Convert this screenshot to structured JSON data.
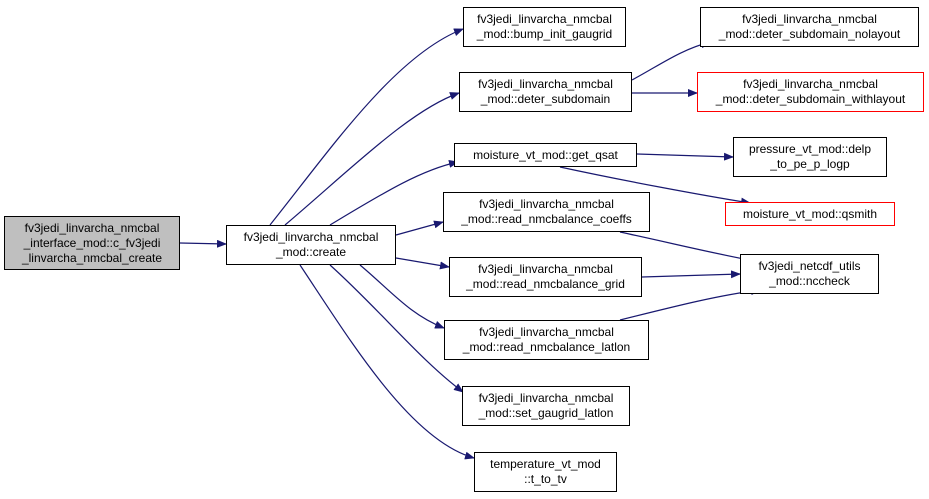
{
  "colors": {
    "edge": "#191970",
    "root_fill": "#bfbfbf",
    "external_border": "#ff0000"
  },
  "nodes": {
    "root": {
      "line1": "fv3jedi_linvarcha_nmcbal",
      "line2": "_interface_mod::c_fv3jedi",
      "line3": "_linvarcha_nmcbal_create"
    },
    "create": {
      "line1": "fv3jedi_linvarcha_nmcbal",
      "line2": "_mod::create"
    },
    "bump_init": {
      "line1": "fv3jedi_linvarcha_nmcbal",
      "line2": "_mod::bump_init_gaugrid"
    },
    "deter_subdomain": {
      "line1": "fv3jedi_linvarcha_nmcbal",
      "line2": "_mod::deter_subdomain"
    },
    "get_qsat": {
      "line1": "moisture_vt_mod::get_qsat"
    },
    "read_coeffs": {
      "line1": "fv3jedi_linvarcha_nmcbal",
      "line2": "_mod::read_nmcbalance_coeffs"
    },
    "read_grid": {
      "line1": "fv3jedi_linvarcha_nmcbal",
      "line2": "_mod::read_nmcbalance_grid"
    },
    "read_latlon": {
      "line1": "fv3jedi_linvarcha_nmcbal",
      "line2": "_mod::read_nmcbalance_latlon"
    },
    "set_gaugrid": {
      "line1": "fv3jedi_linvarcha_nmcbal",
      "line2": "_mod::set_gaugrid_latlon"
    },
    "t_to_tv": {
      "line1": "temperature_vt_mod",
      "line2": "::t_to_tv"
    },
    "nolayout": {
      "line1": "fv3jedi_linvarcha_nmcbal",
      "line2": "_mod::deter_subdomain_nolayout"
    },
    "withlayout": {
      "line1": "fv3jedi_linvarcha_nmcbal",
      "line2": "_mod::deter_subdomain_withlayout"
    },
    "delp": {
      "line1": "pressure_vt_mod::delp",
      "line2": "_to_pe_p_logp"
    },
    "qsmith": {
      "line1": "moisture_vt_mod::qsmith"
    },
    "nccheck": {
      "line1": "fv3jedi_netcdf_utils",
      "line2": "_mod::nccheck"
    }
  }
}
